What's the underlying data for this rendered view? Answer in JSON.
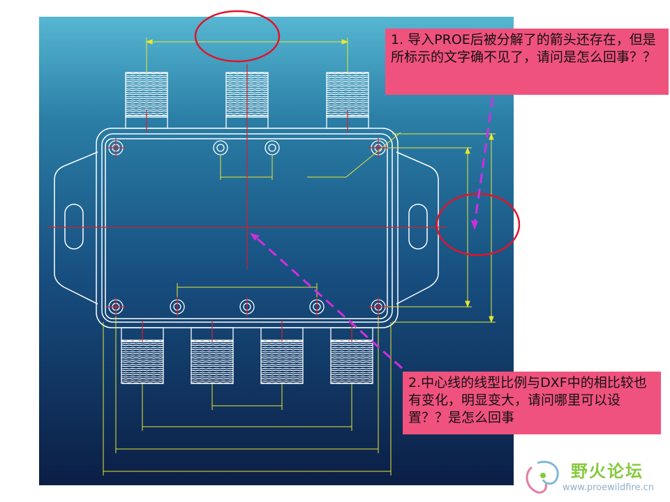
{
  "annotations": {
    "note_1": "1. 导入PROE后被分解了的箭头还存在，但是所标示的文字确不见了，请问是怎么回事？？",
    "note_2": "2.中心线的线型比例与DXF中的相比较也有变化，明显变大，请问哪里可以设置？？是怎么回事"
  },
  "watermark": {
    "title": "野火论坛",
    "url": "www.proewildfire.cn"
  },
  "colors": {
    "outline": "#ffffff",
    "dimension": "#e8e830",
    "centerline": "#d81e2a",
    "circle_highlight": "#e0142a",
    "leader_dashed": "#d12ee0",
    "note_background": "#f0527e"
  }
}
